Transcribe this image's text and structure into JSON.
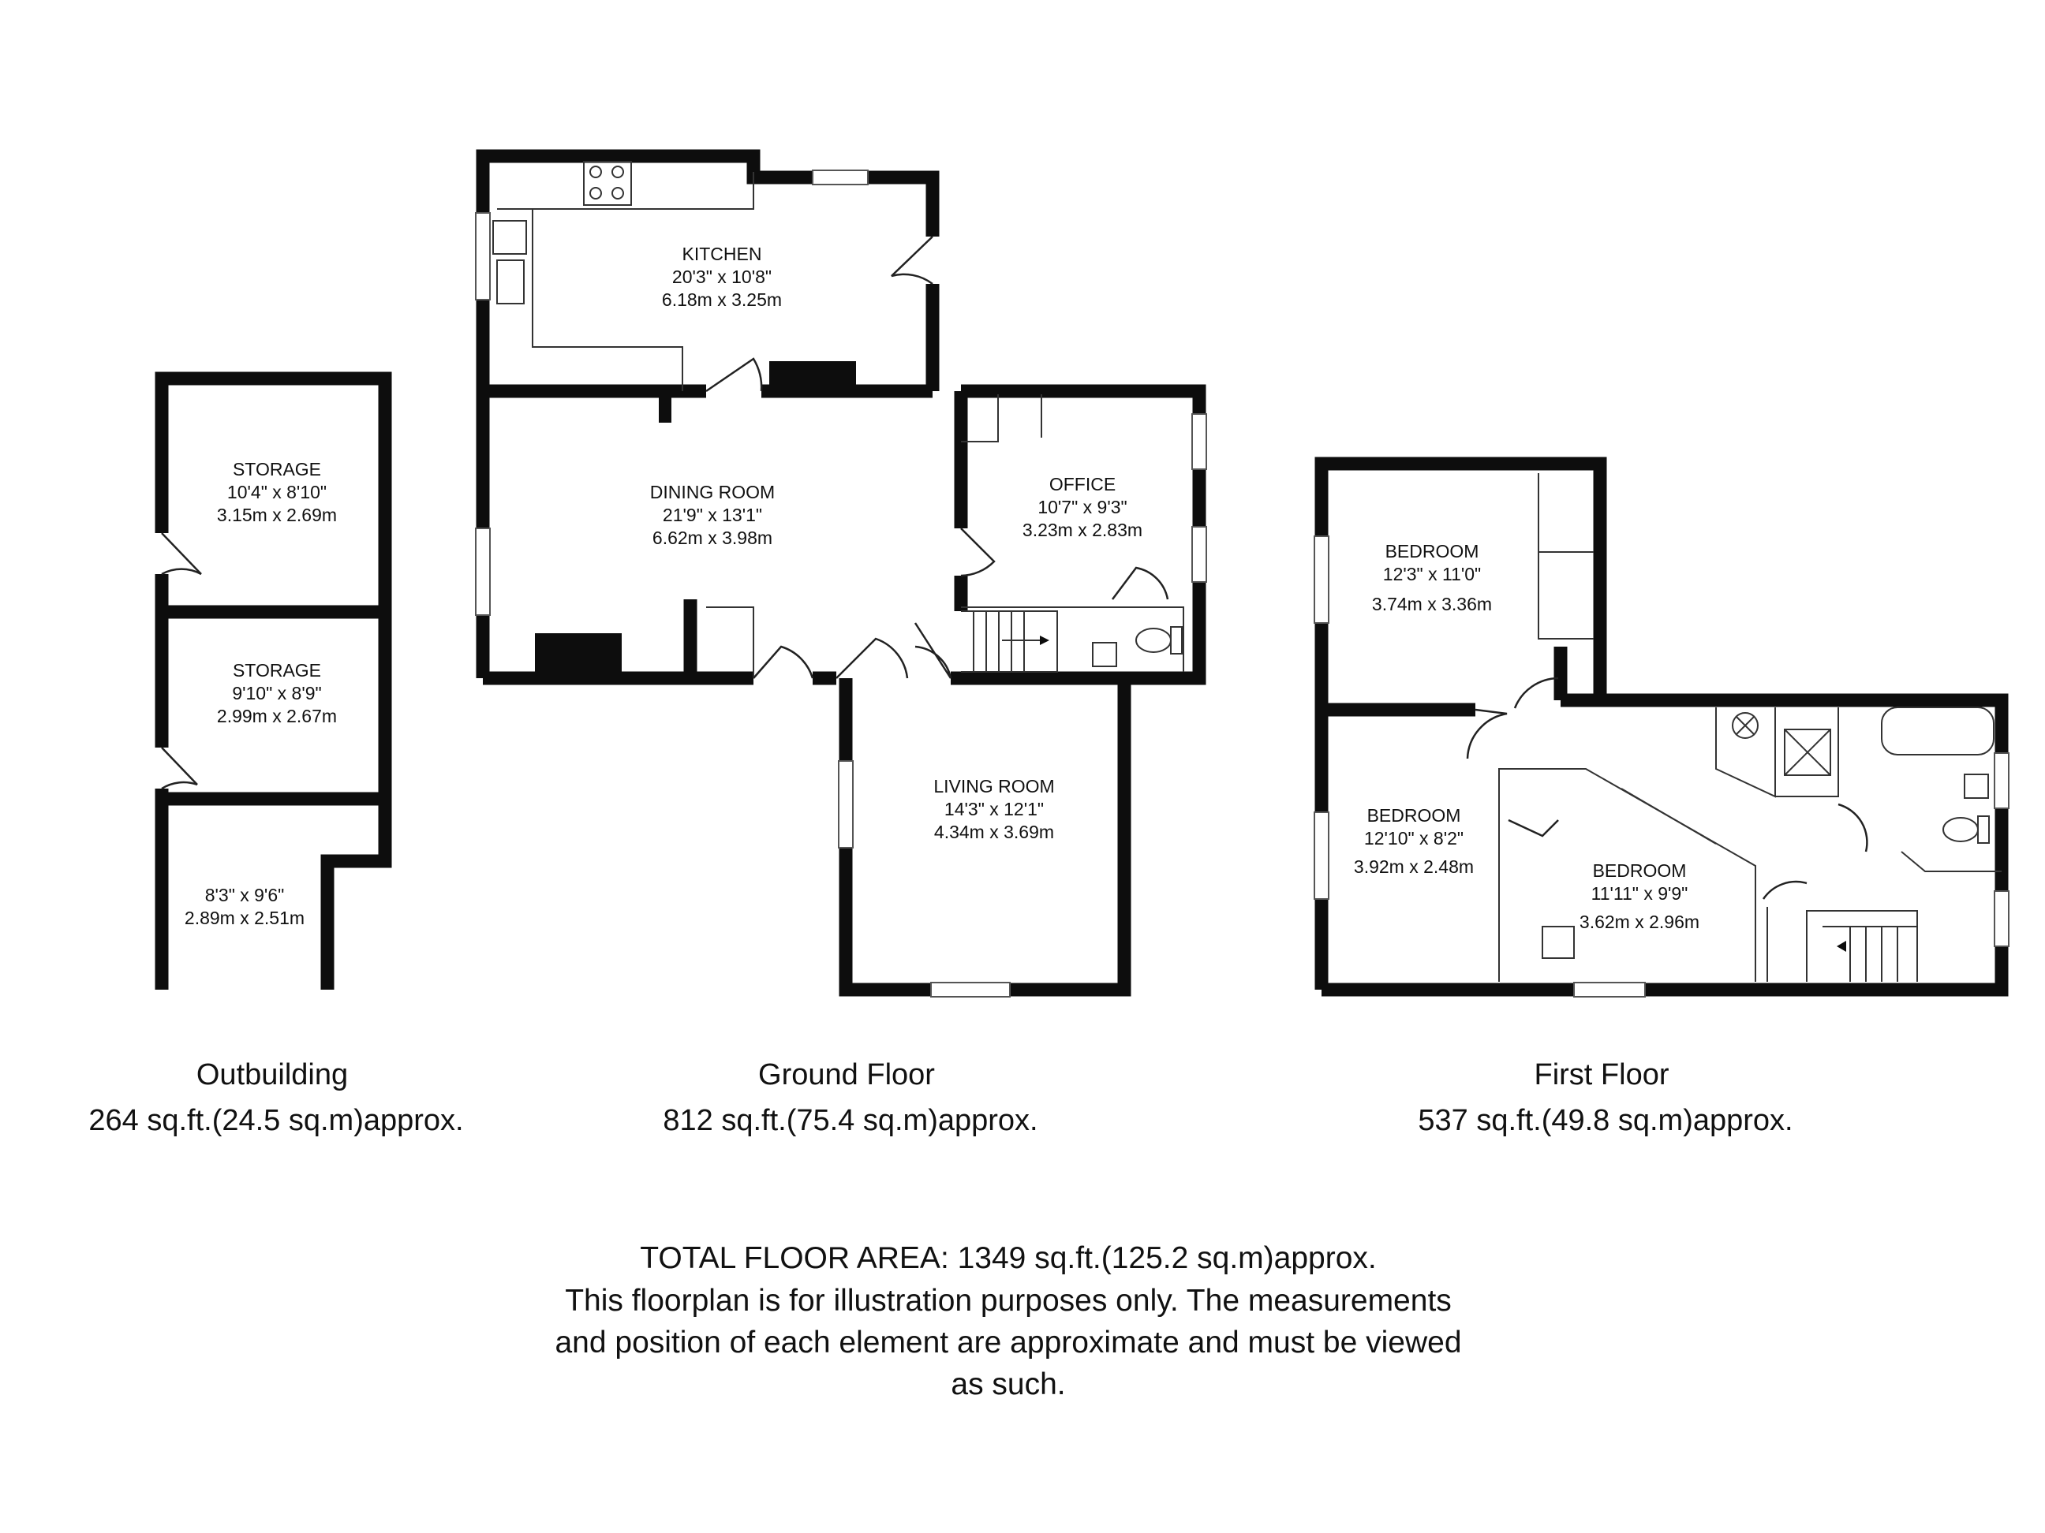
{
  "outbuilding": {
    "storage_1": {
      "name": "STORAGE",
      "imperial": "10'4\" x 8'10\"",
      "metric": "3.15m x 2.69m"
    },
    "storage_2": {
      "name": "STORAGE",
      "imperial": "9'10\" x 8'9\"",
      "metric": "2.99m x 2.67m"
    },
    "room_3": {
      "imperial": "8'3\" x 9'6\"",
      "metric": "2.89m x 2.51m"
    },
    "caption": "Outbuilding",
    "area": "264 sq.ft.(24.5 sq.m)approx."
  },
  "ground_floor": {
    "kitchen": {
      "name": "KITCHEN",
      "imperial": "20'3\" x 10'8\"",
      "metric": "6.18m x 3.25m"
    },
    "dining_room": {
      "name": "DINING ROOM",
      "imperial": "21'9\" x 13'1\"",
      "metric": "6.62m x 3.98m"
    },
    "office": {
      "name": "OFFICE",
      "imperial": "10'7\" x 9'3\"",
      "metric": "3.23m x 2.83m"
    },
    "living_room": {
      "name": "LIVING ROOM",
      "imperial": "14'3\" x 12'1\"",
      "metric": "4.34m x 3.69m"
    },
    "caption": "Ground Floor",
    "area": "812 sq.ft.(75.4 sq.m)approx."
  },
  "first_floor": {
    "bedroom_1": {
      "name": "BEDROOM",
      "imperial": "12'3\" x 11'0\"",
      "metric": "3.74m x 3.36m"
    },
    "bedroom_2": {
      "name": "BEDROOM",
      "imperial": "12'10\" x 8'2\"",
      "metric": "3.92m x 2.48m"
    },
    "bedroom_3": {
      "name": "BEDROOM",
      "imperial": "11'11\" x 9'9\"",
      "metric": "3.62m x 2.96m"
    },
    "caption": "First Floor",
    "area": "537 sq.ft.(49.8 sq.m)approx."
  },
  "footer": {
    "total": "TOTAL FLOOR AREA: 1349 sq.ft.(125.2 sq.m)approx.",
    "line_1": "This floorplan is for illustration purposes only. The measurements",
    "line_2": "and position of each element are approximate and must be viewed",
    "line_3": "as such."
  }
}
